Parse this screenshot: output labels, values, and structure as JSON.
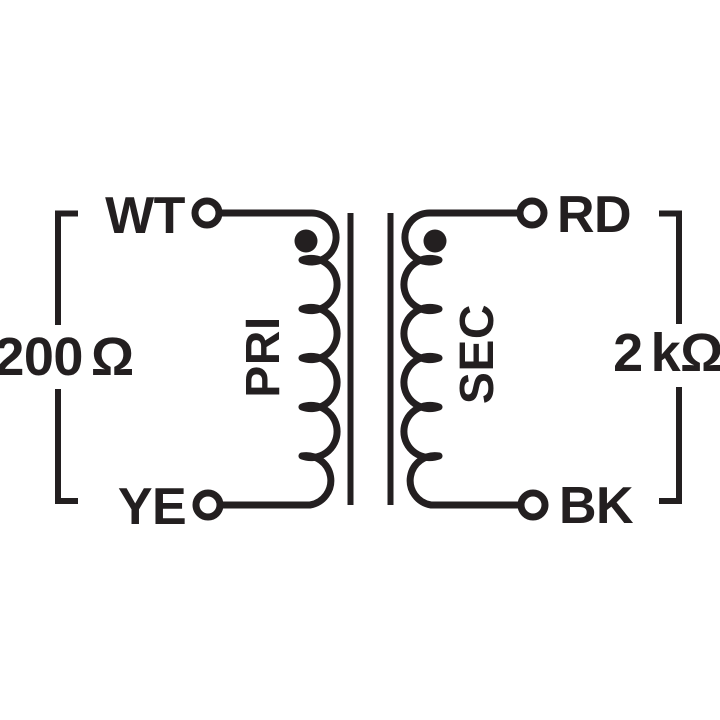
{
  "theme": {
    "ink": "#231f20",
    "bg": "#ffffff"
  },
  "schematic": {
    "kind": "transformer-schematic",
    "primary": {
      "winding_label": "PRI",
      "impedance_label": "200 Ω",
      "top_terminal_label": "WT",
      "bottom_terminal_label": "YE",
      "loops": 4,
      "phase_dot": "top"
    },
    "secondary": {
      "winding_label": "SEC",
      "impedance_label": "2 kΩ",
      "top_terminal_label": "RD",
      "bottom_terminal_label": "BK",
      "loops": 4,
      "phase_dot": "top"
    },
    "core_lines": 2
  }
}
